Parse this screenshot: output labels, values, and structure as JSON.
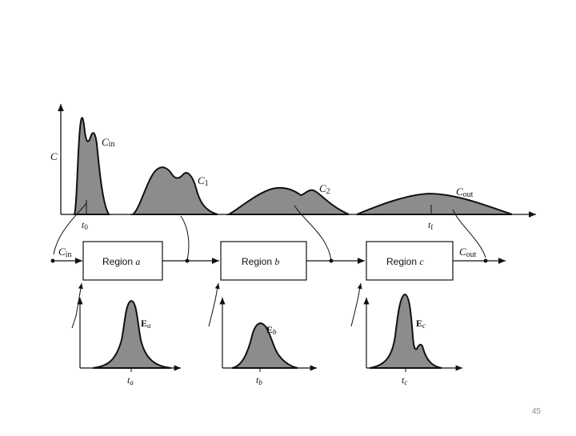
{
  "top_graph": {
    "y_axis_label": "C",
    "curve_labels": {
      "c_in": "C",
      "c_in_sub": "in",
      "c1": "C",
      "c1_sub": "1",
      "c2": "C",
      "c2_sub": "2",
      "c_out": "C",
      "c_out_sub": "out"
    },
    "tick_labels": {
      "t0": "t",
      "t0_sub": "0",
      "tf": "t",
      "tf_sub": "f"
    }
  },
  "flow": {
    "input_label": "C",
    "input_sub": "in",
    "output_label": "C",
    "output_sub": "out",
    "regions": [
      {
        "label": "Region ",
        "letter": "a"
      },
      {
        "label": "Region ",
        "letter": "b"
      },
      {
        "label": "Region ",
        "letter": "c"
      }
    ]
  },
  "rtd_graphs": [
    {
      "label": "E",
      "sub": "a",
      "tick": "t",
      "tick_sub": "a"
    },
    {
      "label": "E",
      "sub": "b",
      "tick": "t",
      "tick_sub": "b"
    },
    {
      "label": "E",
      "sub": "c",
      "tick": "t",
      "tick_sub": "c"
    }
  ],
  "page_number": "45"
}
